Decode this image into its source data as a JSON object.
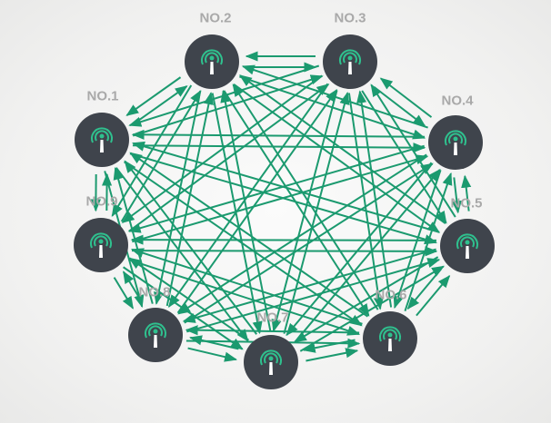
{
  "diagram": {
    "type": "fully-connected network",
    "edge_color": "#1b9a6f",
    "node_color": "#3f444c",
    "icon_color": "#2fc08e",
    "label_color": "#a9a9a9",
    "bidirectional_all_pairs": true,
    "nodes": [
      {
        "id": 1,
        "label": "NO.1",
        "icon": "antenna-broadcast-icon"
      },
      {
        "id": 2,
        "label": "NO.2",
        "icon": "antenna-broadcast-icon"
      },
      {
        "id": 3,
        "label": "NO.3",
        "icon": "antenna-broadcast-icon"
      },
      {
        "id": 4,
        "label": "NO.4",
        "icon": "antenna-broadcast-icon"
      },
      {
        "id": 5,
        "label": "NO.5",
        "icon": "antenna-broadcast-icon"
      },
      {
        "id": 6,
        "label": "NO.6",
        "icon": "antenna-broadcast-icon"
      },
      {
        "id": 7,
        "label": "NO.7",
        "icon": "antenna-broadcast-icon"
      },
      {
        "id": 8,
        "label": "NO.8",
        "icon": "antenna-broadcast-icon"
      },
      {
        "id": 9,
        "label": "NO.9",
        "icon": "antenna-broadcast-icon"
      }
    ]
  }
}
